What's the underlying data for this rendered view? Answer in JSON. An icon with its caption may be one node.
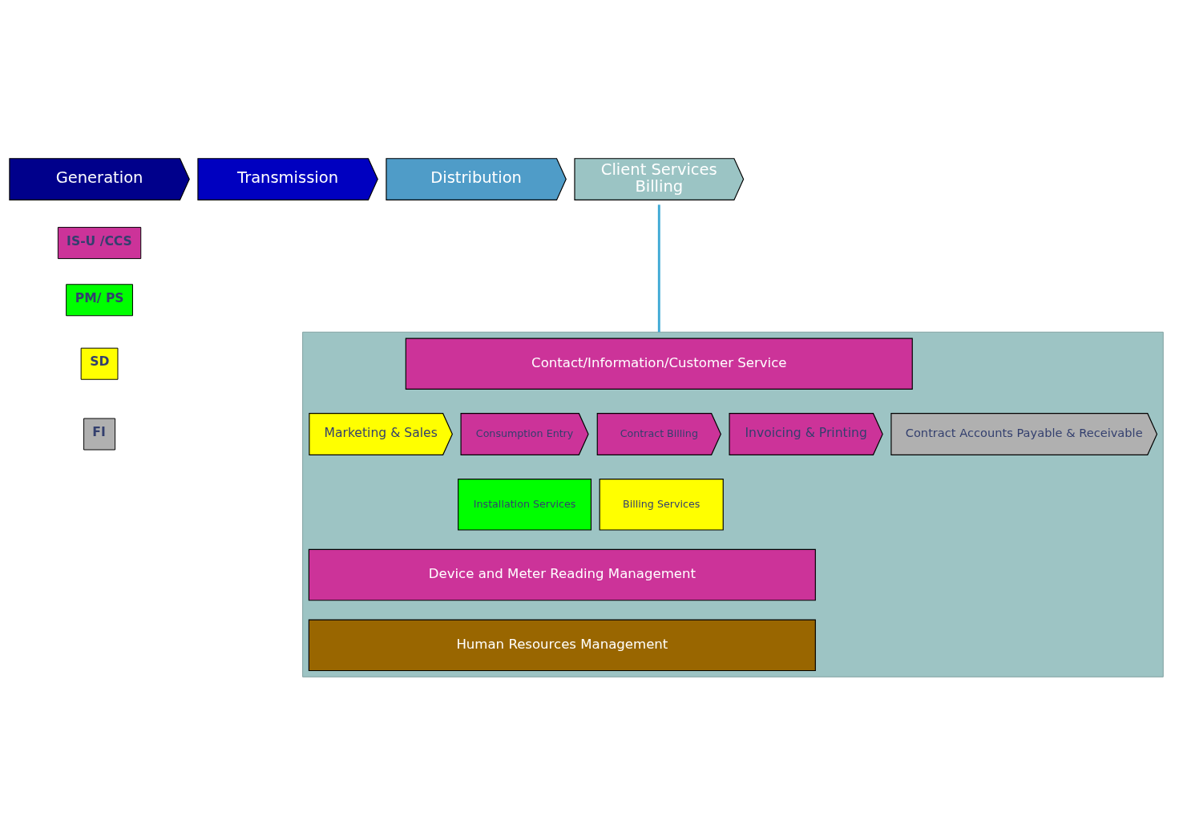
{
  "diagram": {
    "nodes": [
      {
        "text": [
          "Generation"
        ]
      },
      {
        "text": [
          "Transmission"
        ]
      },
      {
        "text": [
          "Distribution"
        ]
      },
      {
        "text": [
          "Client Services",
          "Billing"
        ]
      },
      {
        "text": [],
        "shape": "chevron"
      },
      {
        "text": [
          "Contact/Information/Customer Service"
        ],
        "in": 4
      },
      {
        "text": [
          "Marketing & Sales"
        ],
        "in": 4
      },
      {
        "text": [
          "Consumption Entry"
        ],
        "in": 4
      },
      {
        "text": [
          "Installation Services"
        ],
        "in": 4
      },
      {
        "text": [
          "Contract Billing"
        ],
        "in": 4
      },
      {
        "text": [
          "Billing Services"
        ],
        "in": 4
      },
      {
        "text": [
          "Invoicing & Printing"
        ],
        "in": 4
      },
      {
        "text": [
          "Contract Accounts Payable & Receivable"
        ],
        "in": 4
      },
      {
        "text": [
          "Device and Meter Reading Management"
        ],
        "in": 4
      },
      {
        "text": [
          "Human Resources Management"
        ],
        "in": 4
      }
    ],
    "edges": [
      {
        "from": 3,
        "to": 4,
        "arrow": "none",
        "color": "#3fa9d5"
      }
    ],
    "legend": [
      {
        "text": "IS-U /CCS",
        "color": "#cc3399"
      },
      {
        "text": "PM/ PS",
        "color": "#00ff00"
      },
      {
        "text": "SD",
        "color": "#ffff00"
      },
      {
        "text": "FI",
        "color": "#b0b0b0"
      }
    ]
  }
}
